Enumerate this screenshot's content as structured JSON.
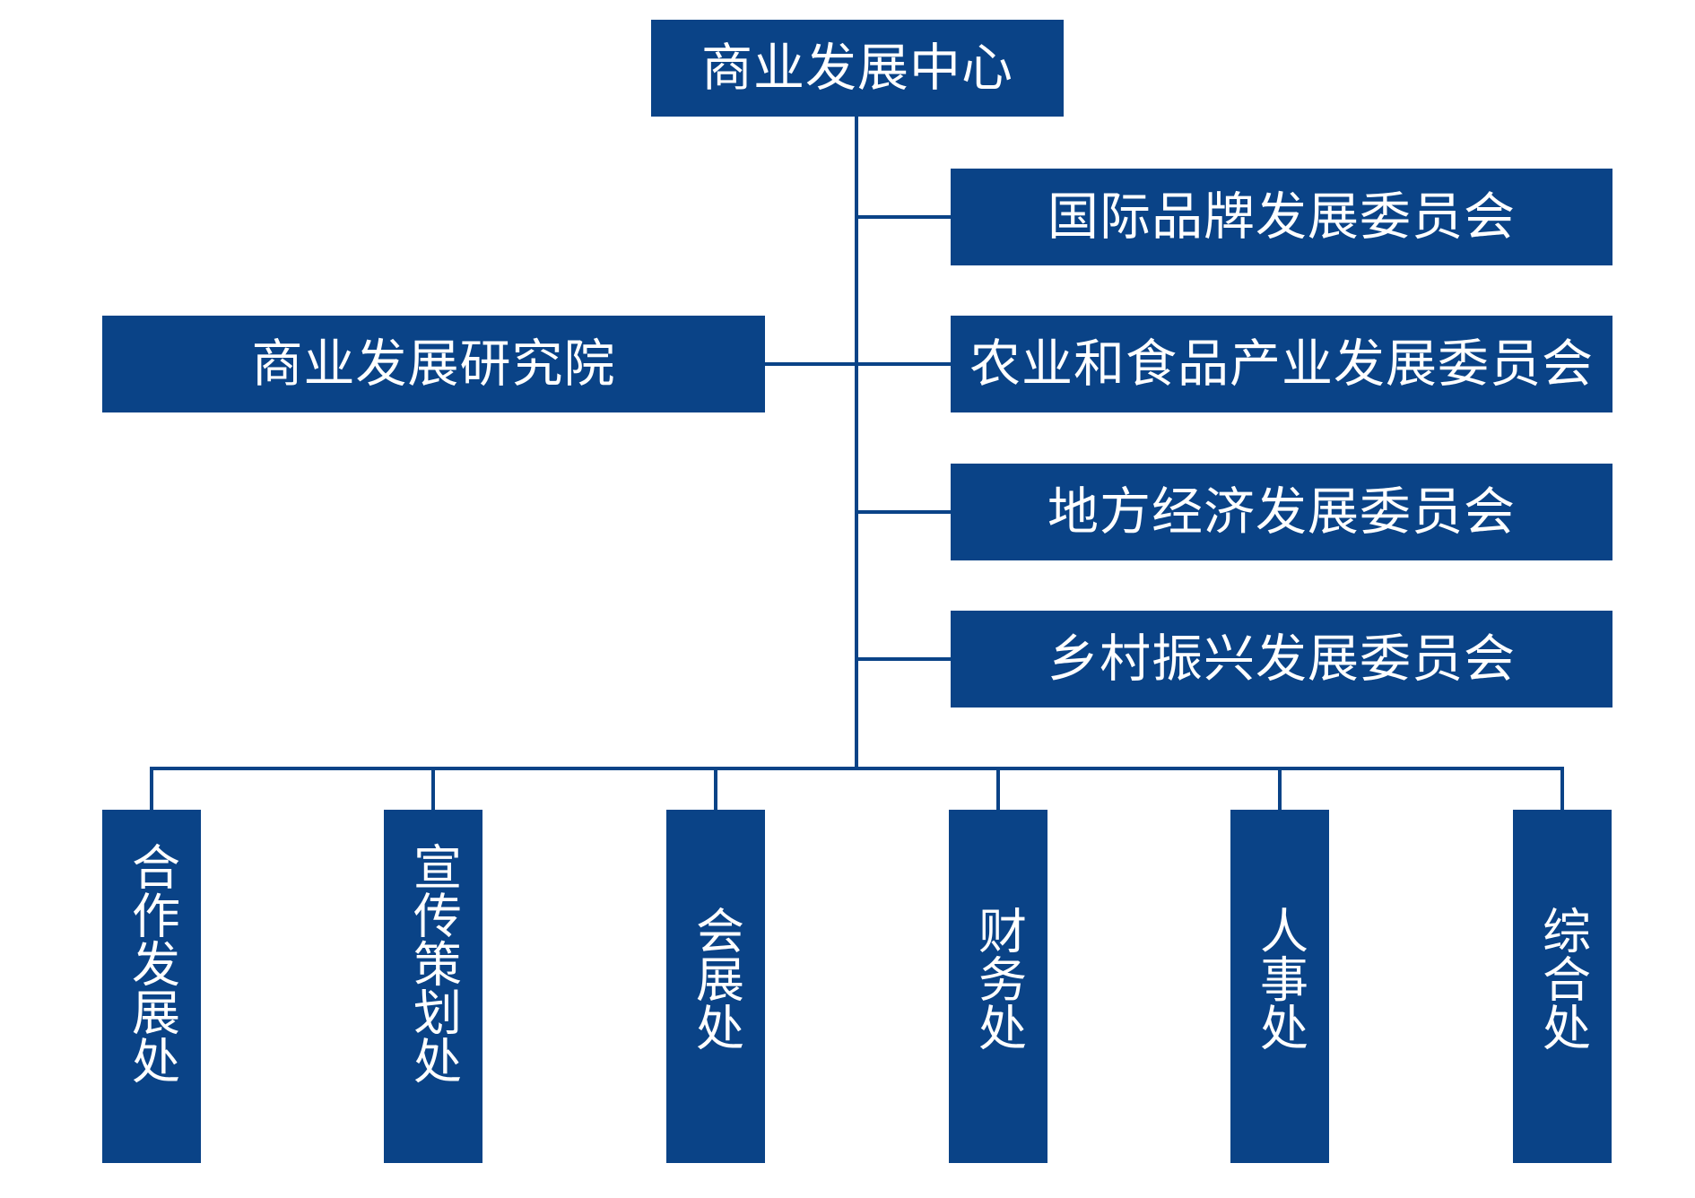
{
  "org_chart": {
    "root": {
      "label": "商业发展中心"
    },
    "committees": [
      {
        "label": "国际品牌发展委员会"
      },
      {
        "label": "农业和食品产业发展委员会"
      },
      {
        "label": "地方经济发展委员会"
      },
      {
        "label": "乡村振兴发展委员会"
      }
    ],
    "institute": {
      "label": "商业发展研究院"
    },
    "departments": [
      {
        "label": "合作发展处"
      },
      {
        "label": "宣传策划处"
      },
      {
        "label": "会展处"
      },
      {
        "label": "财务处"
      },
      {
        "label": "人事处"
      },
      {
        "label": "综合处"
      }
    ]
  },
  "colors": {
    "node_fill": "#0a4387",
    "node_text": "#ffffff",
    "connector": "#0a4387",
    "background": "#ffffff"
  }
}
